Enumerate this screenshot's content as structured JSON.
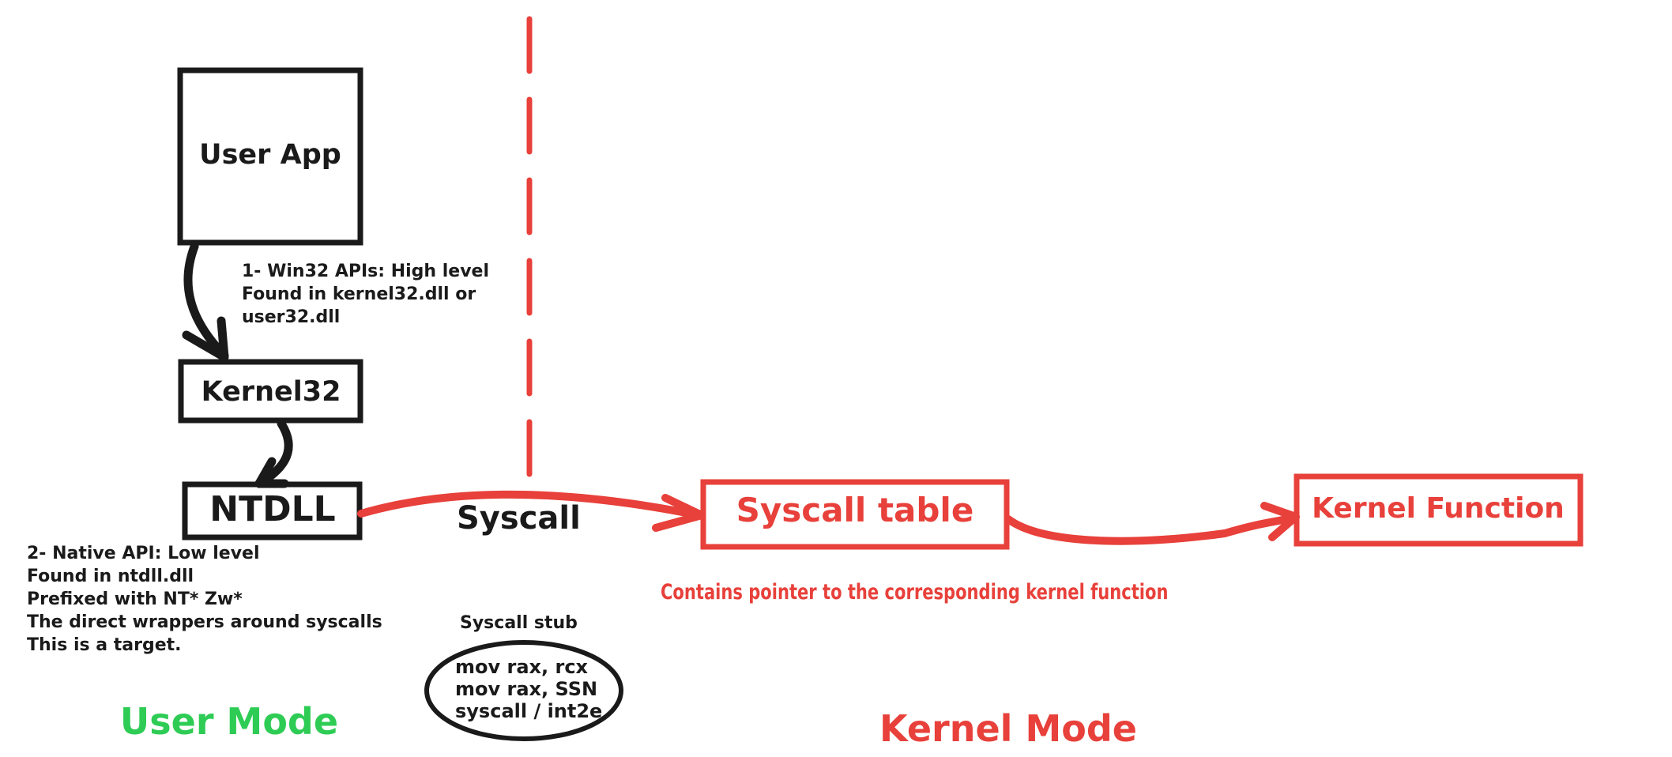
{
  "nodes": {
    "user_app": "User App",
    "kernel32": "Kernel32",
    "ntdll": "NTDLL",
    "syscall_table": "Syscall table",
    "kernel_function": "Kernel Function"
  },
  "labels": {
    "syscall": "Syscall",
    "syscall_stub": "Syscall stub",
    "table_note": "Contains pointer to the corresponding kernel function"
  },
  "notes": {
    "win32": [
      "1- Win32 APIs: High level",
      "Found in kernel32.dll or",
      "user32.dll"
    ],
    "native": [
      "2- Native API: Low level",
      "Found in ntdll.dll",
      "Prefixed with NT* Zw*",
      "The direct wrappers around syscalls",
      "This is a target."
    ],
    "stub": [
      "mov rax, rcx",
      "mov rax, SSN",
      "syscall / int2e"
    ]
  },
  "modes": {
    "user": "User Mode",
    "kernel": "Kernel Mode"
  },
  "colors": {
    "ink": "#1a1a1a",
    "kernel_red": "#e8403a",
    "user_green": "#2ecc55"
  }
}
